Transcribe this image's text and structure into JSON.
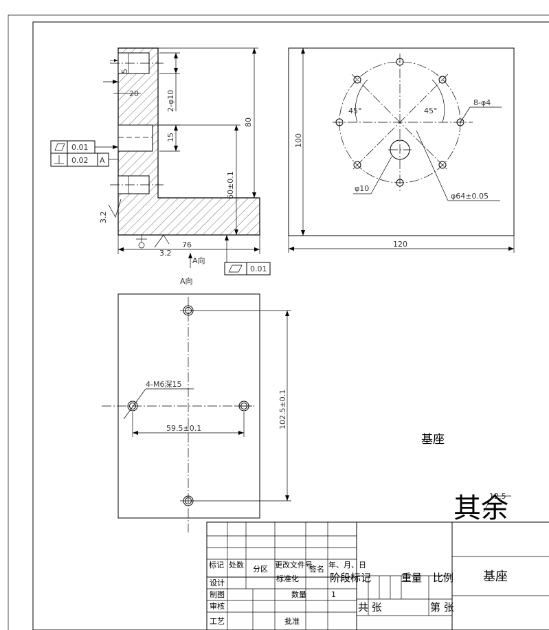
{
  "part_name": "基座",
  "qiyu_text": "其余",
  "qiyu_roughness": "12.5",
  "front_view": {
    "dims": {
      "d5": "5",
      "d20": "20",
      "d2phi10": "2-φ10",
      "d15": "15",
      "d80": "80",
      "d60": "60±0.1",
      "d76": "76",
      "roughness_side": "3.2",
      "roughness_bottom": "3.2"
    },
    "gdt": {
      "flatness_top": {
        "symbol": "▱",
        "value": "0.01"
      },
      "perp": {
        "symbol": "⊥",
        "value": "0.02",
        "datum": "A"
      },
      "flatness_bottom": {
        "symbol": "▱",
        "value": "0.01"
      }
    },
    "view_arrow_label": "A向"
  },
  "side_view": {
    "dims": {
      "d100": "100",
      "d120": "120",
      "angle1": "45°",
      "angle2": "45°",
      "holes": "8-φ4",
      "bore": "φ10",
      "pcd": "φ64±0.05"
    }
  },
  "a_view": {
    "label": "A向",
    "dims": {
      "thread": "4-M6深15",
      "d59": "59.5±0.1",
      "d102": "102.5±0.1"
    }
  },
  "title_block": {
    "headers": [
      "标记",
      "处数",
      "分区",
      "更改文件号",
      "签名",
      "年、月、日"
    ],
    "rows": [
      "设计",
      "制图",
      "审核",
      "工艺"
    ],
    "standardization": "标准化",
    "approve": "批准",
    "stage_mark": "阶段标记",
    "weight": "重量",
    "scale": "比例",
    "quantity": "数量",
    "quantity_value": "1",
    "total_sheets": "共  张",
    "sheet_no": "第  张",
    "name": "基座"
  }
}
